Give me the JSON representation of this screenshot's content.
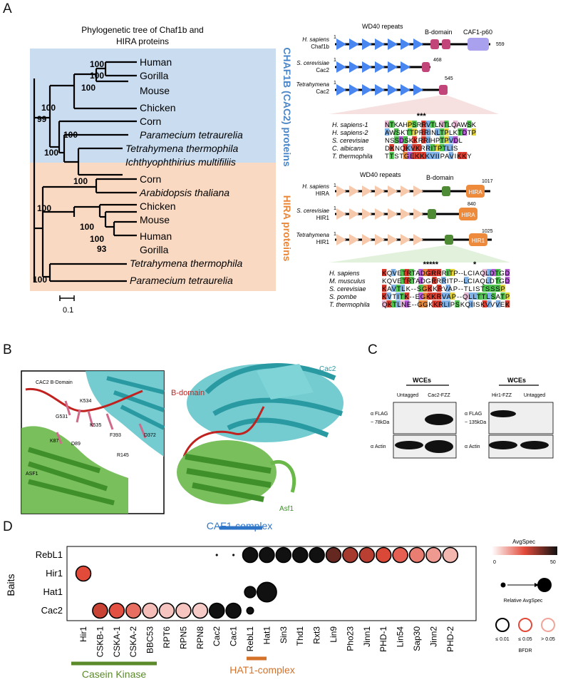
{
  "panels": {
    "a": "A",
    "b": "B",
    "c": "C",
    "d": "D"
  },
  "panel_a": {
    "tree_title_1": "Phylogenetic tree of Chaf1b and",
    "tree_title_2": "HIRA proteins",
    "group_chaf1b_label": "CHAF1B (CAC2) proteins",
    "group_hira_label": "HIRA proteins",
    "colors": {
      "chaf1b_bg": "#c9dcf0",
      "hira_bg": "#f9d9c2",
      "chaf1b_text": "#4a86c8",
      "hira_text": "#e8863a"
    },
    "scale_label": "0.1",
    "taxa": [
      {
        "name": "Human",
        "italic": false
      },
      {
        "name": "Gorilla",
        "italic": false
      },
      {
        "name": "Mouse",
        "italic": false
      },
      {
        "name": "Chicken",
        "italic": false
      },
      {
        "name": "Corn",
        "italic": false
      },
      {
        "name": "Paramecium tetraurelia",
        "italic": true
      },
      {
        "name": "Tetrahymena thermophila",
        "italic": true
      },
      {
        "name": "Ichthyophthirius multifiliis",
        "italic": true
      },
      {
        "name": "Corn",
        "italic": false
      },
      {
        "name": "Arabidopsis thaliana",
        "italic": true
      },
      {
        "name": "Chicken",
        "italic": false
      },
      {
        "name": "Mouse",
        "italic": false
      },
      {
        "name": "Human",
        "italic": false
      },
      {
        "name": "Gorilla",
        "italic": false
      },
      {
        "name": "Tetrahymena thermophila",
        "italic": true
      },
      {
        "name": "Paramecium tetraurelia",
        "italic": true
      }
    ],
    "bootstrap": [
      "100",
      "100",
      "100",
      "100",
      "99",
      "100",
      "100",
      "100",
      "100",
      "100",
      "100",
      "93",
      "100"
    ],
    "domains_top": {
      "wd40": "WD40 repeats",
      "bdomain": "B-domain",
      "p60": "CAF1-p60",
      "rows": [
        {
          "species": "H. sapiens",
          "protein": "Chaf1b",
          "start": "1",
          "end": "559"
        },
        {
          "species": "S. cerevisiae",
          "protein": "Cac2",
          "start": "1",
          "end": "468"
        },
        {
          "species": "Tetrahymena",
          "protein": "Cac2",
          "start": "1",
          "end": "545"
        }
      ]
    },
    "alignment_top": {
      "stars": "***",
      "rows": [
        {
          "label": "H. sapiens-1",
          "seq": "NTKAHPSRRVTLNTLQAWSK"
        },
        {
          "label": "H. sapiens-2",
          "seq": "AWSKTTPRRINLTPLKTDTP"
        },
        {
          "label": "S. cerevisiae",
          "seq": "NSSDSKKRRIHPTPVDL"
        },
        {
          "label": "C. albicans",
          "seq": "DKNQKVKRRITPTLIS"
        },
        {
          "label": "T. thermophila",
          "seq": "TTSTGEKKKVIIPAVIKKY"
        }
      ]
    },
    "domains_bottom": {
      "wd40": "WD40 repeats",
      "bdomain": "B-domain",
      "hira_box": "HIRA",
      "rows": [
        {
          "species": "H. sapiens",
          "protein": "HIRA",
          "start": "1",
          "end": "1017"
        },
        {
          "species": "S. cerevisiae",
          "protein": "HIR1",
          "start": "1",
          "end": "840"
        },
        {
          "species": "Tetrahymena",
          "protein": "HIR1",
          "start": "1",
          "end": "1025"
        }
      ]
    },
    "alignment_bottom": {
      "stars": "*****",
      "star2": "*",
      "rows": [
        {
          "label": "H. sapiens",
          "seq": "KQVETRTADGRRRITP--LCIAQLDTGD"
        },
        {
          "label": "M. musculus",
          "seq": "KQVETRTADGRRRITP--LCIAQLDTGD"
        },
        {
          "label": "S. cerevisiae",
          "seq": "KAVTLK--SGKKRVAP--TLISTSSSP"
        },
        {
          "label": "S. pombe",
          "seq": "KVTITK--EGKKRVAP--QLLTTLSATP"
        },
        {
          "label": "T. thermophila",
          "seq": "QKTLNE--GGKKRLIPSKQIISKVVVEK"
        }
      ]
    }
  },
  "panel_b": {
    "inset_title": "CAC2 B-Domain",
    "residues": [
      "G531",
      "K534",
      "K535",
      "K87",
      "D89",
      "F393",
      "R145",
      "D372",
      "ASF1"
    ],
    "bdomain_label": "B-domain",
    "cac2_label": "Cac2",
    "asf1_label": "Asf1",
    "colors": {
      "cac2": "#5cc3c9",
      "asf1": "#6ab84a",
      "bdomain": "#c0221f"
    }
  },
  "panel_c": {
    "wce": "WCEs",
    "blot1_lanes": [
      "Untagged",
      "Cac2-FZZ"
    ],
    "blot2_lanes": [
      "Hir1-FZZ",
      "Untagged"
    ],
    "flag1": "α FLAG",
    "flag1_size": "~ 78kDa",
    "flag2": "α FLAG",
    "flag2_size": "~ 135kDa",
    "actin": "α Actin"
  },
  "panel_d": {
    "baits_axis": "Baits",
    "caf1_label": "CAF1-complex",
    "hat1_label": "HAT1-complex",
    "casein_label": "Casein Kinase",
    "colors": {
      "caf1": "#2e75c7",
      "hat1": "#d4722a",
      "casein": "#5b8a2a"
    },
    "legend": {
      "avgspec_title": "AvgSpec",
      "min": "0",
      "max": "50",
      "relative": "Relative AvgSpec",
      "bfdr_items": [
        "≤ 0.01",
        "≤ 0.05",
        "> 0.05"
      ],
      "bfdr_title": "BFDR"
    },
    "chart_data": {
      "type": "dotplot",
      "baits": [
        "RebL1",
        "Hir1",
        "Hat1",
        "Cac2"
      ],
      "preys": [
        "Hir1",
        "CSKB-1",
        "CSKA-1",
        "CSKA-2",
        "BBC53",
        "RPT6",
        "RPN5",
        "RPN8",
        "Cac2",
        "Cac1",
        "RebL1",
        "Hat1",
        "Sin3",
        "Thd1",
        "Rxt3",
        "Lin9",
        "Pho23",
        "Jinn1",
        "PHD-1",
        "Lin54",
        "Sap30",
        "Jinn2",
        "PHD-2"
      ],
      "color_scale": {
        "label": "AvgSpec",
        "min": 0,
        "max": 50
      },
      "bfdr_levels": [
        "≤ 0.01",
        "≤ 0.05",
        "> 0.05"
      ],
      "points": [
        {
          "bait": "RebL1",
          "prey": "Cac2",
          "avgspec": 50,
          "size": 0.15,
          "bfdr": "≤ 0.01"
        },
        {
          "bait": "RebL1",
          "prey": "Cac1",
          "avgspec": 50,
          "size": 0.15,
          "bfdr": "≤ 0.01"
        },
        {
          "bait": "RebL1",
          "prey": "RebL1",
          "avgspec": 50,
          "size": 1.0,
          "bfdr": "≤ 0.01"
        },
        {
          "bait": "RebL1",
          "prey": "Hat1",
          "avgspec": 50,
          "size": 1.0,
          "bfdr": "≤ 0.01"
        },
        {
          "bait": "RebL1",
          "prey": "Sin3",
          "avgspec": 50,
          "size": 1.0,
          "bfdr": "≤ 0.01"
        },
        {
          "bait": "RebL1",
          "prey": "Thd1",
          "avgspec": 50,
          "size": 1.0,
          "bfdr": "≤ 0.01"
        },
        {
          "bait": "RebL1",
          "prey": "Rxt3",
          "avgspec": 50,
          "size": 1.0,
          "bfdr": "≤ 0.01"
        },
        {
          "bait": "RebL1",
          "prey": "Lin9",
          "avgspec": 40,
          "size": 1.0,
          "bfdr": "≤ 0.01"
        },
        {
          "bait": "RebL1",
          "prey": "Pho23",
          "avgspec": 32,
          "size": 1.0,
          "bfdr": "≤ 0.01"
        },
        {
          "bait": "RebL1",
          "prey": "Jinn1",
          "avgspec": 30,
          "size": 1.0,
          "bfdr": "≤ 0.01"
        },
        {
          "bait": "RebL1",
          "prey": "PHD-1",
          "avgspec": 26,
          "size": 1.0,
          "bfdr": "≤ 0.01"
        },
        {
          "bait": "RebL1",
          "prey": "Lin54",
          "avgspec": 22,
          "size": 1.0,
          "bfdr": "≤ 0.01"
        },
        {
          "bait": "RebL1",
          "prey": "Sap30",
          "avgspec": 18,
          "size": 1.0,
          "bfdr": "≤ 0.01"
        },
        {
          "bait": "RebL1",
          "prey": "Jinn2",
          "avgspec": 14,
          "size": 1.0,
          "bfdr": "≤ 0.01"
        },
        {
          "bait": "RebL1",
          "prey": "PHD-2",
          "avgspec": 10,
          "size": 1.0,
          "bfdr": "≤ 0.01"
        },
        {
          "bait": "Hir1",
          "prey": "Hir1",
          "avgspec": 25,
          "size": 1.0,
          "bfdr": "≤ 0.01"
        },
        {
          "bait": "Hat1",
          "prey": "RebL1",
          "avgspec": 50,
          "size": 0.75,
          "bfdr": "≤ 0.01"
        },
        {
          "bait": "Hat1",
          "prey": "Hat1",
          "avgspec": 50,
          "size": 1.3,
          "bfdr": "≤ 0.01"
        },
        {
          "bait": "Cac2",
          "prey": "CSKB-1",
          "avgspec": 28,
          "size": 1.0,
          "bfdr": "≤ 0.01"
        },
        {
          "bait": "Cac2",
          "prey": "CSKA-1",
          "avgspec": 24,
          "size": 1.0,
          "bfdr": "≤ 0.01"
        },
        {
          "bait": "Cac2",
          "prey": "CSKA-2",
          "avgspec": 20,
          "size": 1.0,
          "bfdr": "≤ 0.01"
        },
        {
          "bait": "Cac2",
          "prey": "BBC53",
          "avgspec": 9,
          "size": 1.0,
          "bfdr": "≤ 0.01"
        },
        {
          "bait": "Cac2",
          "prey": "RPT6",
          "avgspec": 8,
          "size": 1.0,
          "bfdr": "≤ 0.01"
        },
        {
          "bait": "Cac2",
          "prey": "RPN5",
          "avgspec": 8,
          "size": 1.0,
          "bfdr": "≤ 0.01"
        },
        {
          "bait": "Cac2",
          "prey": "RPN8",
          "avgspec": 7,
          "size": 1.0,
          "bfdr": "≤ 0.01"
        },
        {
          "bait": "Cac2",
          "prey": "Cac2",
          "avgspec": 50,
          "size": 1.0,
          "bfdr": "≤ 0.01"
        },
        {
          "bait": "Cac2",
          "prey": "Cac1",
          "avgspec": 50,
          "size": 1.0,
          "bfdr": "≤ 0.01"
        },
        {
          "bait": "Cac2",
          "prey": "RebL1",
          "avgspec": 50,
          "size": 0.45,
          "bfdr": "≤ 0.01"
        }
      ]
    }
  }
}
